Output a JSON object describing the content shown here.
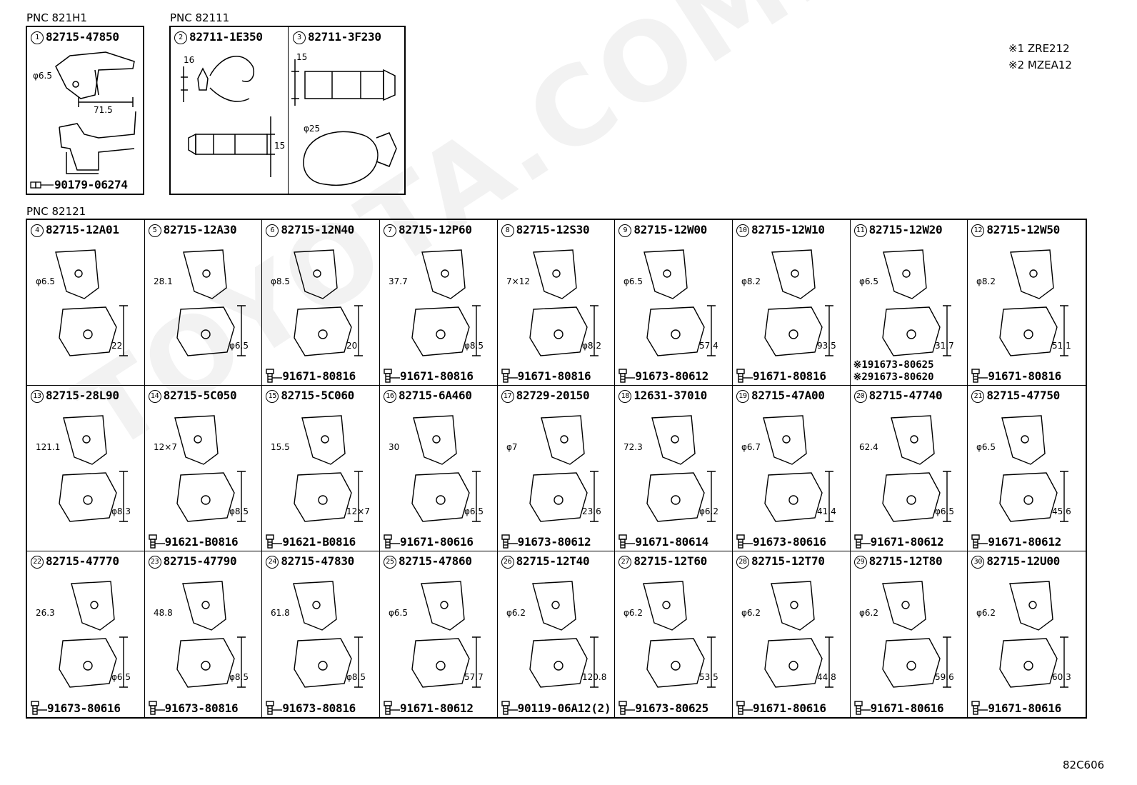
{
  "watermark": "TOYOTA.COMMOE.RU",
  "notes": [
    "※1 ZRE212",
    "※2 MZEA12"
  ],
  "diagram_code": "82C606",
  "pnc_labels": {
    "g1": "PNC 821H1",
    "g2": "PNC 82111",
    "g3": "PNC 82121"
  },
  "top_parts": [
    {
      "num": "1",
      "part": "82715-47850",
      "bolt": "90179-06274",
      "dims": [
        "φ6.5",
        "71.5"
      ]
    },
    {
      "num": "2",
      "part": "82711-1E350",
      "dims": [
        "16",
        "15"
      ]
    },
    {
      "num": "3",
      "part": "82711-3F230",
      "dims": [
        "15",
        "φ25"
      ]
    }
  ],
  "parts": [
    {
      "num": "4",
      "part": "82715-12A01",
      "bolt": "",
      "dims": [
        "φ6.5",
        "22"
      ]
    },
    {
      "num": "5",
      "part": "82715-12A30",
      "bolt": "",
      "dims": [
        "28.1",
        "φ6.5"
      ]
    },
    {
      "num": "6",
      "part": "82715-12N40",
      "bolt": "91671-80816",
      "dims": [
        "φ8.5",
        "20"
      ]
    },
    {
      "num": "7",
      "part": "82715-12P60",
      "bolt": "91671-80816",
      "dims": [
        "37.7",
        "φ8.5"
      ]
    },
    {
      "num": "8",
      "part": "82715-12S30",
      "bolt": "91671-80816",
      "dims": [
        "7×12",
        "φ8.2"
      ]
    },
    {
      "num": "9",
      "part": "82715-12W00",
      "bolt": "91673-80612",
      "dims": [
        "φ6.5",
        "57.4"
      ]
    },
    {
      "num": "10",
      "part": "82715-12W10",
      "bolt": "91671-80816",
      "dims": [
        "φ8.2",
        "93.5"
      ]
    },
    {
      "num": "11",
      "part": "82715-12W20",
      "bolt": "",
      "dual_bolts": [
        "※191673-80625",
        "※291673-80620"
      ],
      "dims": [
        "φ6.5",
        "31.7"
      ]
    },
    {
      "num": "12",
      "part": "82715-12W50",
      "bolt": "91671-80816",
      "dims": [
        "φ8.2",
        "51.1"
      ]
    },
    {
      "num": "13",
      "part": "82715-28L90",
      "bolt": "",
      "dims": [
        "121.1",
        "φ8.3"
      ]
    },
    {
      "num": "14",
      "part": "82715-5C050",
      "bolt": "91621-B0816",
      "dims": [
        "12×7",
        "φ8.5"
      ]
    },
    {
      "num": "15",
      "part": "82715-5C060",
      "bolt": "91621-B0816",
      "dims": [
        "15.5",
        "12×7"
      ]
    },
    {
      "num": "16",
      "part": "82715-6A460",
      "bolt": "91671-80616",
      "dims": [
        "30",
        "φ6.5"
      ]
    },
    {
      "num": "17",
      "part": "82729-20150",
      "bolt": "91673-80612",
      "dims": [
        "φ7",
        "23.6"
      ]
    },
    {
      "num": "18",
      "part": "12631-37010",
      "bolt": "91671-80614",
      "dims": [
        "72.3",
        "φ6.2"
      ]
    },
    {
      "num": "19",
      "part": "82715-47A00",
      "bolt": "91673-80616",
      "dims": [
        "φ6.7",
        "41.4"
      ]
    },
    {
      "num": "20",
      "part": "82715-47740",
      "bolt": "91671-80612",
      "dims": [
        "62.4",
        "φ6.5"
      ]
    },
    {
      "num": "21",
      "part": "82715-47750",
      "bolt": "91671-80612",
      "dims": [
        "φ6.5",
        "45.6"
      ]
    },
    {
      "num": "22",
      "part": "82715-47770",
      "bolt": "91673-80616",
      "dims": [
        "26.3",
        "φ6.5"
      ]
    },
    {
      "num": "23",
      "part": "82715-47790",
      "bolt": "91673-80816",
      "dims": [
        "48.8",
        "φ8.5"
      ]
    },
    {
      "num": "24",
      "part": "82715-47830",
      "bolt": "91673-80816",
      "dims": [
        "61.8",
        "φ8.5"
      ]
    },
    {
      "num": "25",
      "part": "82715-47860",
      "bolt": "91671-80612",
      "dims": [
        "φ6.5",
        "57.7"
      ]
    },
    {
      "num": "26",
      "part": "82715-12T40",
      "bolt": "90119-06A12(2)",
      "dims": [
        "φ6.2",
        "120.8"
      ]
    },
    {
      "num": "27",
      "part": "82715-12T60",
      "bolt": "91673-80625",
      "dims": [
        "φ6.2",
        "53.5"
      ]
    },
    {
      "num": "28",
      "part": "82715-12T70",
      "bolt": "91671-80616",
      "dims": [
        "φ6.2",
        "44.8"
      ]
    },
    {
      "num": "29",
      "part": "82715-12T80",
      "bolt": "91671-80616",
      "dims": [
        "φ6.2",
        "59.6"
      ]
    },
    {
      "num": "30",
      "part": "82715-12U00",
      "bolt": "91671-80616",
      "dims": [
        "φ6.2",
        "60.3"
      ]
    }
  ]
}
